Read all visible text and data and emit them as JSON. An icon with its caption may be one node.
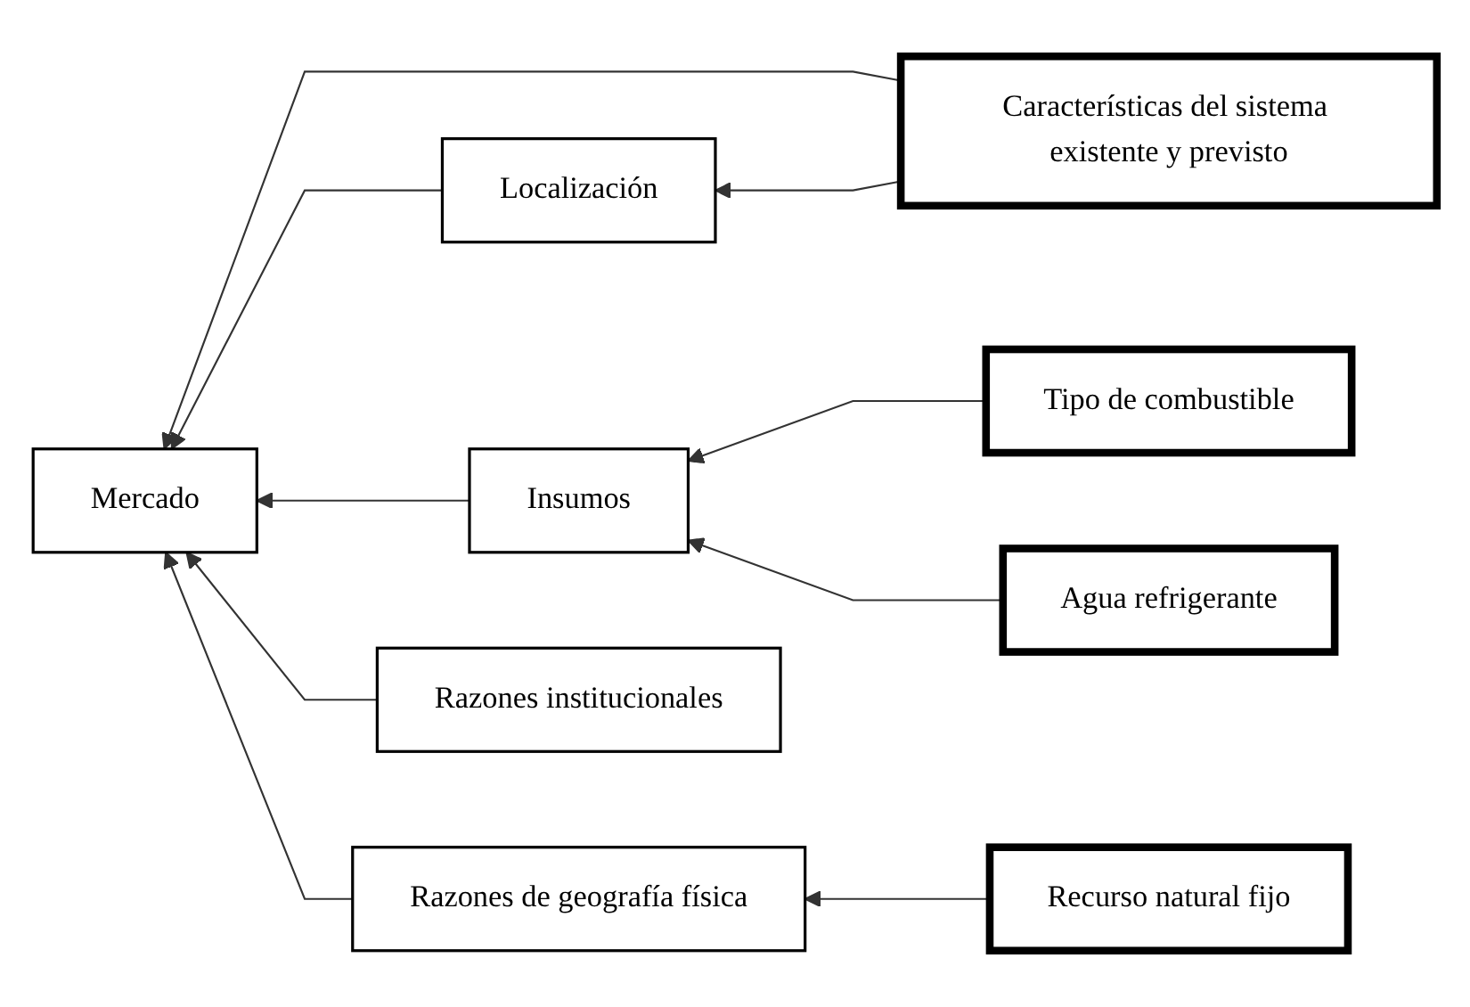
{
  "diagram": {
    "nodes": [
      {
        "text": [
          "Características del sistema existente y previsto"
        ]
      },
      {
        "text": [
          "Localización"
        ]
      },
      {
        "text": [
          "Insumos"
        ]
      },
      {
        "text": [
          "Tipo de combustible"
        ]
      },
      {
        "text": [
          "Agua refrigerante"
        ]
      },
      {
        "text": [
          "Mercado"
        ]
      },
      {
        "text": [
          "Razones institucionales"
        ]
      },
      {
        "text": [
          "Razones de geografía física"
        ]
      },
      {
        "text": [
          "Recurso natural fijo"
        ]
      }
    ],
    "edges": [
      {
        "from": 0,
        "to": 5,
        "arrow": "to"
      },
      {
        "from": 0,
        "to": 1,
        "arrow": "to"
      },
      {
        "from": 1,
        "to": 5,
        "arrow": "to"
      },
      {
        "from": 3,
        "to": 2,
        "arrow": "to"
      },
      {
        "from": 4,
        "to": 2,
        "arrow": "to"
      },
      {
        "from": 2,
        "to": 5,
        "arrow": "to"
      },
      {
        "from": 6,
        "to": 5,
        "arrow": "to"
      },
      {
        "from": 7,
        "to": 5,
        "arrow": "to"
      },
      {
        "from": 8,
        "to": 7,
        "arrow": "to"
      }
    ]
  }
}
